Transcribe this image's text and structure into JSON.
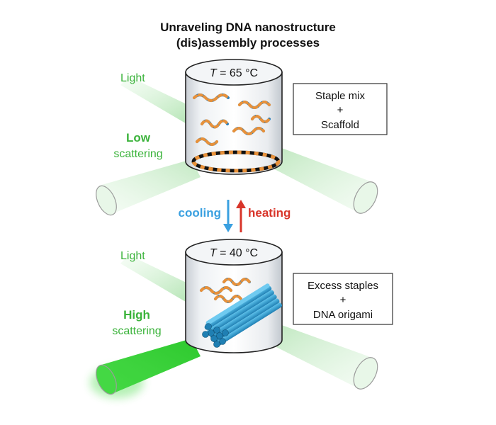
{
  "title": {
    "line1": "Unraveling DNA nanostructure",
    "line2": "(dis)assembly processes"
  },
  "top_panel": {
    "light_label": "Light",
    "scatter_label_bold": "Low",
    "scatter_label": "scattering",
    "temperature_var": "T",
    "temperature_value": " = 65 °C",
    "box_line1": "Staple mix",
    "box_plus": "+",
    "box_line2": "Scaffold"
  },
  "transition": {
    "cooling": "cooling",
    "heating": "heating"
  },
  "bottom_panel": {
    "light_label": "Light",
    "scatter_label_bold": "High",
    "scatter_label": "scattering",
    "temperature_var": "T",
    "temperature_value": " = 40 °C",
    "box_line1": "Excess staples",
    "box_plus": "+",
    "box_line2": "DNA origami"
  },
  "colors": {
    "green_text": "#3bb33b",
    "cooling": "#3aa0e0",
    "heating": "#d8352a",
    "strand_orange": "#e8913a",
    "strand_blue": "#2f7fb8",
    "origami": "#3399cc",
    "light_beam": "#7dd87d"
  }
}
